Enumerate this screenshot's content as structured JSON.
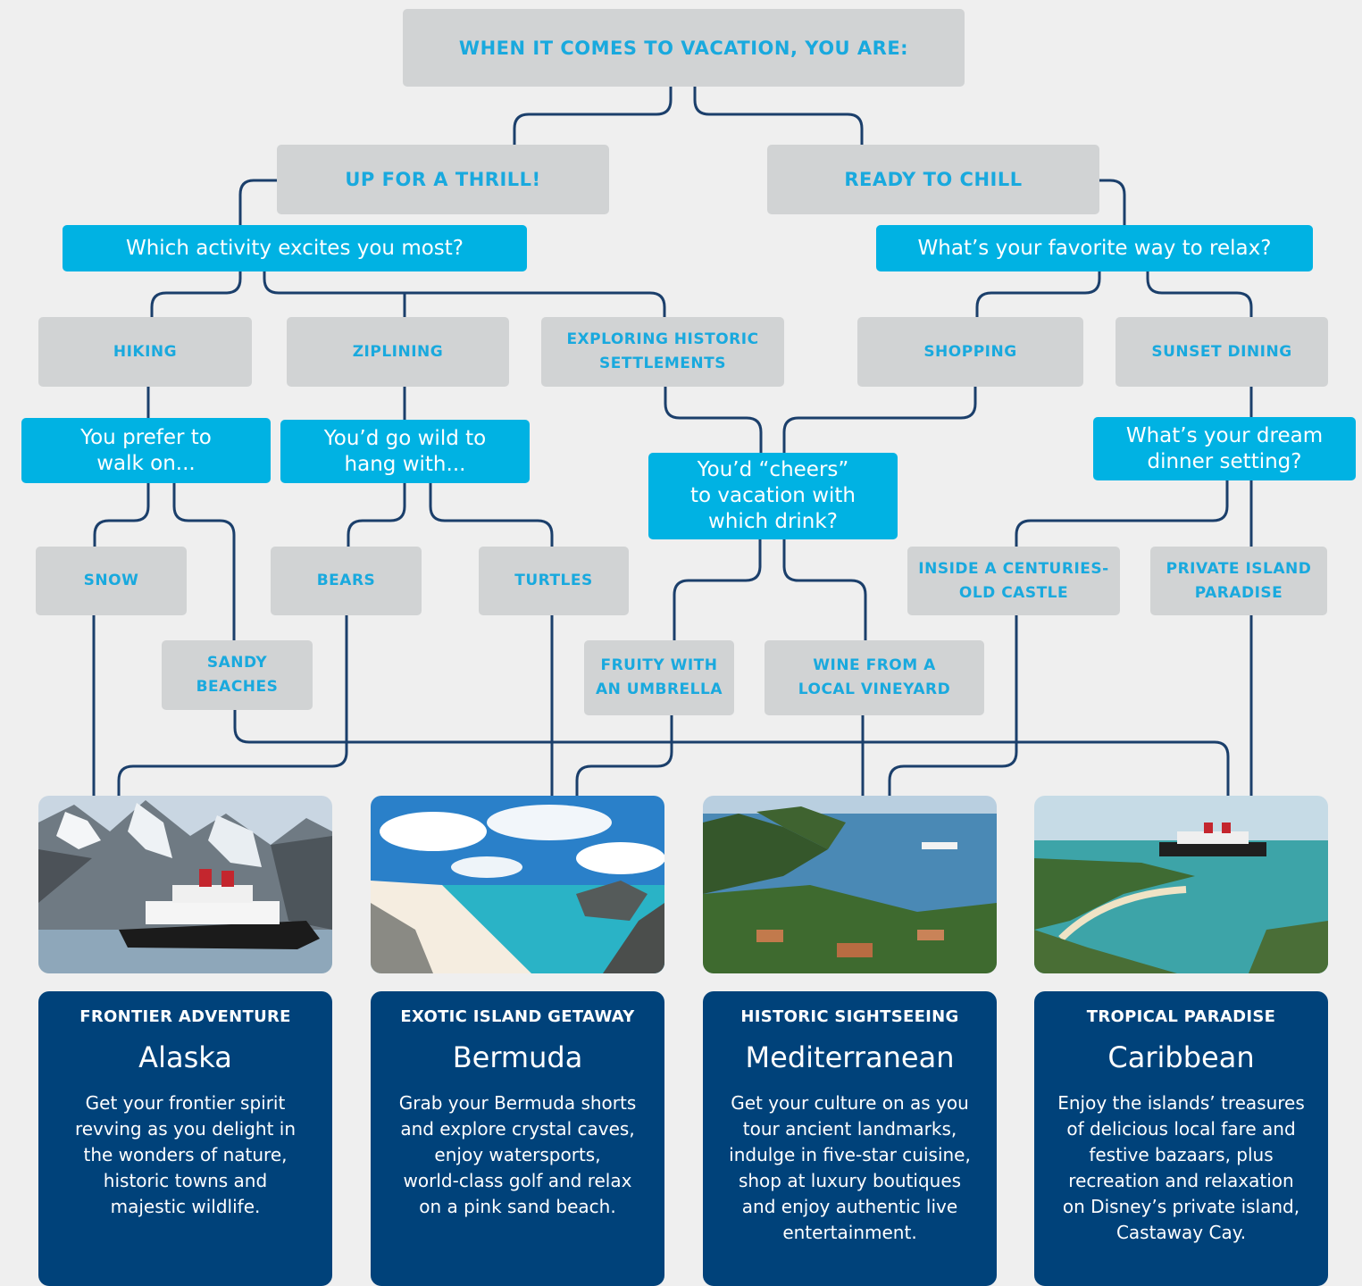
{
  "root": "WHEN IT COMES TO VACATION, YOU ARE:",
  "thrill": "UP FOR A THRILL!",
  "chill": "READY TO CHILL",
  "q_activity": "Which activity excites you most?",
  "q_relax": "What’s your favorite way to relax?",
  "hiking": "HIKING",
  "ziplining": "ZIPLINING",
  "exploring": "EXPLORING HISTORIC\nSETTLEMENTS",
  "shopping": "SHOPPING",
  "sunset": "SUNSET DINING",
  "q_walk": "You prefer to\nwalk on...",
  "q_wild": "You’d go wild to\nhang with...",
  "q_drink": "You’d “cheers”\nto vacation with\nwhich drink?",
  "q_dinner": "What’s your dream\ndinner setting?",
  "snow": "SNOW",
  "sandy": "SANDY\nBEACHES",
  "bears": "BEARS",
  "turtles": "TURTLES",
  "fruity": "FRUITY WITH\nAN UMBRELLA",
  "wine": "WINE FROM A\nLOCAL VINEYARD",
  "castle": "INSIDE A CENTURIES-\nOLD CASTLE",
  "island": "PRIVATE ISLAND\nPARADISE",
  "destinations": [
    {
      "kicker": "FRONTIER ADVENTURE",
      "name": "Alaska",
      "desc": "Get your frontier spirit\nrevving as you delight in\nthe wonders of nature,\nhistoric towns and\nmajestic wildlife."
    },
    {
      "kicker": "EXOTIC ISLAND GETAWAY",
      "name": "Bermuda",
      "desc": "Grab your Bermuda shorts\nand explore crystal caves,\nenjoy watersports,\nworld-class golf and relax\non a pink sand beach."
    },
    {
      "kicker": "HISTORIC SIGHTSEEING",
      "name": "Mediterranean",
      "desc": "Get your culture on as you\ntour ancient landmarks,\nindulge in five-star cuisine,\nshop at luxury boutiques\nand enjoy authentic live\nentertainment."
    },
    {
      "kicker": "TROPICAL PARADISE",
      "name": "Caribbean",
      "desc": "Enjoy the islands’ treasures\nof delicious local fare and\nfestive bazaars, plus\nrecreation and relaxation\non Disney’s private island,\nCastaway Cay."
    }
  ],
  "colors": {
    "line": "#1b3f6b",
    "grey_box": "#d1d3d4",
    "grey_text": "#19a9de",
    "question_box": "#00b2e3",
    "card": "#00427a",
    "background": "#efefef"
  }
}
